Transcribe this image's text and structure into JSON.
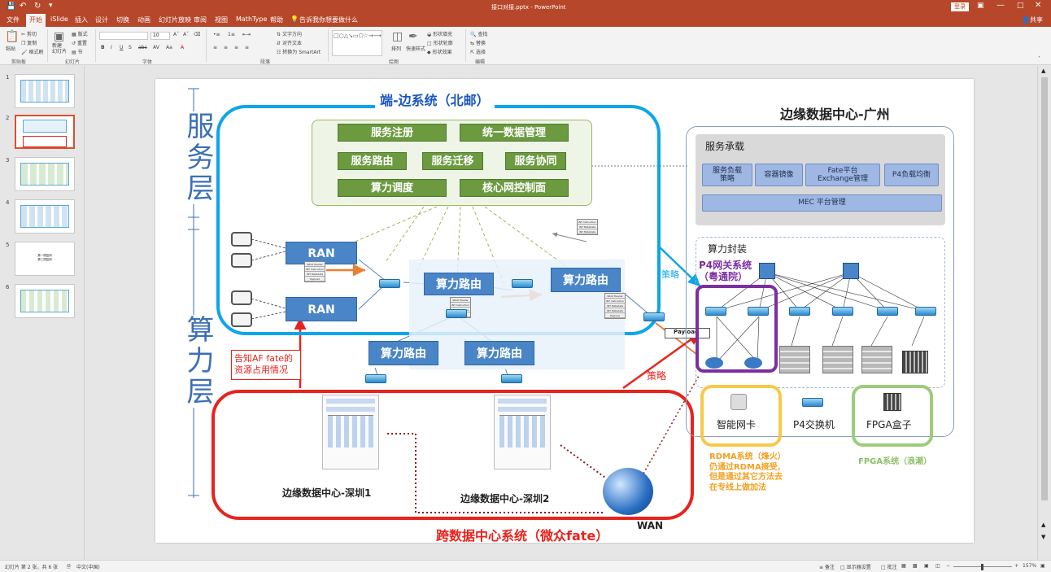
{
  "app": {
    "title": "接口对接.pptx - PowerPoint",
    "login": "登录",
    "share": "共享"
  },
  "tabs": [
    "文件",
    "开始",
    "iSlide",
    "插入",
    "设计",
    "切换",
    "动画",
    "幻灯片放映",
    "审阅",
    "视图",
    "MathType",
    "帮助"
  ],
  "tellme": "告诉我你想要做什么",
  "ribbon": {
    "clipboard": {
      "paste": "粘贴",
      "cut": "剪切",
      "copy": "复制",
      "format": "格式刷",
      "label": "剪贴板"
    },
    "slides": {
      "new": "新建\n幻灯片",
      "layout": "版式",
      "reset": "重置",
      "section": "节",
      "label": "幻灯片"
    },
    "font": {
      "size": "10",
      "label": "字体"
    },
    "paragraph": {
      "textdir": "文字方向",
      "align": "对齐文本",
      "smartart": "转换为 SmartArt",
      "label": "段落"
    },
    "drawing": {
      "arrange": "排列",
      "quickstyle": "快速样式",
      "fill": "形状填充",
      "outline": "形状轮廓",
      "effect": "形状效果",
      "label": "绘图"
    },
    "editing": {
      "find": "查找",
      "replace": "替换",
      "select": "选择",
      "label": "编辑"
    }
  },
  "thumbs": [
    {
      "n": "1",
      "text": ""
    },
    {
      "n": "2",
      "text": ""
    },
    {
      "n": "3",
      "text": ""
    },
    {
      "n": "4",
      "text": ""
    },
    {
      "n": "5",
      "text": "第一周复研\n第三周复研"
    },
    {
      "n": "6",
      "text": ""
    }
  ],
  "slide": {
    "layer_service": "服务层",
    "layer_compute": "算力层",
    "north_title": "端-边系统（北邮）",
    "services": [
      "服务注册",
      "统一数据管理",
      "服务路由",
      "服务迁移",
      "服务协同",
      "算力调度",
      "核心网控制面"
    ],
    "ran": [
      "RAN",
      "RAN"
    ],
    "crouter": [
      "算力路由",
      "算力路由",
      "算力路由",
      "算力路由"
    ],
    "header_rows": [
      "SRv6 Header",
      "IPv6\nHeader",
      "INT Instruction",
      "INT Metadata",
      "INT Metadata",
      "Payload"
    ],
    "gz_title": "边缘数据中心-广州",
    "svc_host": "服务承载",
    "gz_btns": [
      "服务负载\n策略",
      "容器镜像",
      "Fate平台\nExchange管理",
      "P4负载均衡"
    ],
    "mec": "MEC 平台管理",
    "compute_pack": "算力封装",
    "p4gw": "P4网关系统\n（粤通院）",
    "strategy": [
      "策略",
      "策略"
    ],
    "payload": "Payload",
    "smartnic": "智能网卡",
    "p4switch": "P4交换机",
    "fpga": "FPGA盒子",
    "rdma": "RDMA系统（烽火）\n仍通过RDMA接受,\n但是通过其它方法去\n在专线上做加法",
    "fpga_sys": "FPGA系统（浪潮）",
    "notify": "告知AF fate的\n资源占用情况",
    "sz1": "边缘数据中心-深圳1",
    "sz2": "边缘数据中心-深圳2",
    "wan": "WAN",
    "cross_title": "跨数据中心系统（微众fate）"
  },
  "status": {
    "slide": "幻灯片 第 2 张，共 6 张",
    "lang": "中文(中国)",
    "notes": "备注",
    "display": "显示器设置",
    "comments": "批注",
    "zoom": "157%"
  },
  "colors": {
    "accent": "#b7472a",
    "blue": "#0ea5e9",
    "red": "#e8231d",
    "green": "#6b9a3f",
    "purple": "#7b2fa0",
    "yellow": "#f7c948"
  }
}
